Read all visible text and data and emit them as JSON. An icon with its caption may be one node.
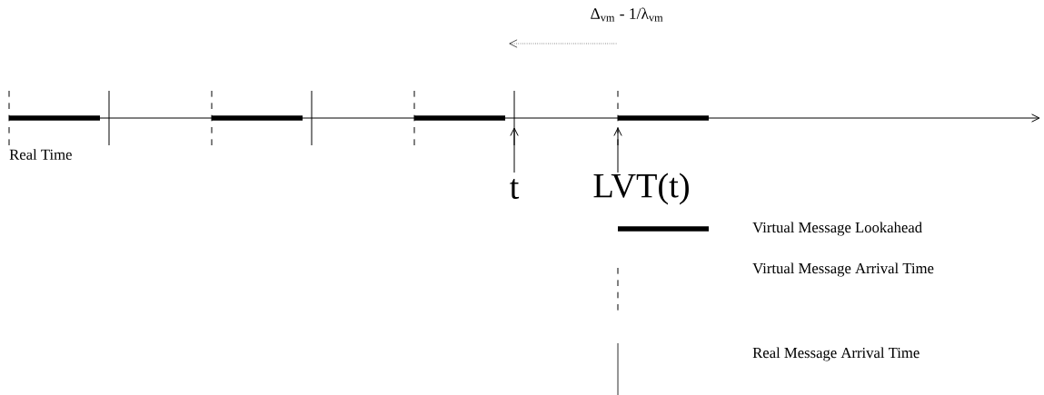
{
  "diagram": {
    "nodes": [
      {
        "text": [
          "t"
        ]
      },
      {
        "text": [
          "LVT(t)"
        ]
      }
    ],
    "edges": [
      {
        "from": 0,
        "to": null,
        "arrow": "to"
      },
      {
        "from": 1,
        "to": null,
        "arrow": "to"
      }
    ],
    "labels": [
      "Δ$_{vm}$ -  1/λ$_{vm}$",
      "Real Time"
    ],
    "legend": [
      {
        "text": "Virtual Message Lookahead"
      },
      {
        "text": "Virtual Message Arrival Time"
      },
      {
        "text": "Real Message Arrival Time"
      }
    ]
  }
}
